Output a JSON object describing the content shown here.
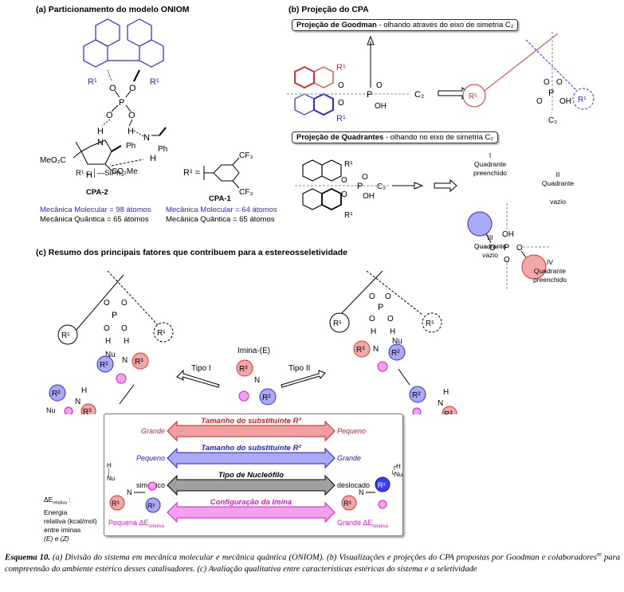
{
  "panel_a": {
    "title": "(a) Particionamento do modelo ONIOM",
    "cpa2": {
      "r1_label": "R¹ = │—SiPh₃",
      "name": "CPA-2",
      "mm": "Mecânica Molecular = 98 átomos",
      "qm": "Mecânica Quântica = 65 átomos"
    },
    "cpa1": {
      "r1_label": "R¹ =",
      "substituent": "3,5-(CF₃)₂C₆H₃",
      "name": "CPA-1",
      "mm": "Mecânica Molecular = 64 átomos",
      "qm": "Mecânica Quântica = 65 átomos"
    },
    "atoms": {
      "r1": "R¹",
      "o": "O",
      "p": "P",
      "h": "H",
      "n": "N",
      "ph": "Ph",
      "meo2c": "MeO₂C",
      "co2me": "CO₂Me",
      "cf3": "CF₃"
    },
    "colors": {
      "qm_region": "#2a2ae0",
      "mm_region": "#000000"
    }
  },
  "panel_b": {
    "title": "(b) Projeção do CPA",
    "goodman": {
      "bold": "Projeção de Goodman",
      "rest": " - olhando através do eixo de simetria C₂"
    },
    "quadrants": {
      "bold": "Projeção de Quadrantes",
      "rest": " - olhando no eixo de simetria C₂"
    },
    "axis_label": "C₂",
    "oh": "OH",
    "quadrant_labels": [
      {
        "numeral": "I",
        "line1": "Quadrante",
        "line2": "preenchido"
      },
      {
        "numeral": "II",
        "line1": "Quadrante",
        "line2": "vazio"
      },
      {
        "numeral": "III",
        "line1": "Quadrante",
        "line2": "vazio"
      },
      {
        "numeral": "IV",
        "line1": "Quadrante",
        "line2": "preenchido"
      }
    ],
    "colors": {
      "red": "#e03030",
      "blue": "#2a2ae0",
      "fill_blue": "#a9a9f5",
      "fill_red": "#f0a8a8"
    }
  },
  "panel_c": {
    "title": "(c) Resumo dos principais fatores que contribuem para a estereosseletividade",
    "imine_label": "Imina-(E)",
    "tipo_i": "Tipo I",
    "tipo_ii": "Tipo II",
    "atoms": {
      "r1": "R¹",
      "r2": "R²",
      "r3": "R³",
      "nu": "Nu",
      "n": "N",
      "h": "H",
      "o": "O",
      "p": "P"
    },
    "factors": [
      {
        "title": "Tamanho do substituinte R³",
        "left": "Grande",
        "right": "Pequeno",
        "color": "#d42020",
        "fill": "#f0a0a0"
      },
      {
        "title": "Tamanho do substituinte R²",
        "left": "Pequeno",
        "right": "Grande",
        "color": "#2020d0",
        "fill": "#a9a9f5"
      },
      {
        "title": "Tipo de Nucleófilo",
        "left": "simétrico",
        "right": "deslocado",
        "color": "#000000",
        "fill": "#a0a0a0"
      },
      {
        "title": "Configuração da Imina",
        "left": "",
        "right": "",
        "color": "#d020c0",
        "fill": "#f5a0f0"
      }
    ],
    "left_bottom": "Pequena ΔE",
    "right_bottom": "Grande ΔE",
    "subscript": "relativa",
    "legend": {
      "line0": "ΔE",
      "line0_sub": "relativa",
      "line0_tail": " :",
      "line1": "Energia",
      "line2": "relativa (kcal/mol)",
      "line3": "entre iminas",
      "line4": "(E) e (Z)"
    }
  },
  "caption": {
    "label": "Esquema 10.",
    "text_a": " (a) Divisão do sistema em mecânica molecular e mecânica quântica (ONIOM). (b) Visualizações e projeções do CPA propostas por Goodman e colaboradores",
    "ref": "85",
    "text_b": " para compreensão do ambiente estérico desses catalisadores. (c) Avaliação qualitativa entre características estéricas do sistema e a seletividade"
  }
}
